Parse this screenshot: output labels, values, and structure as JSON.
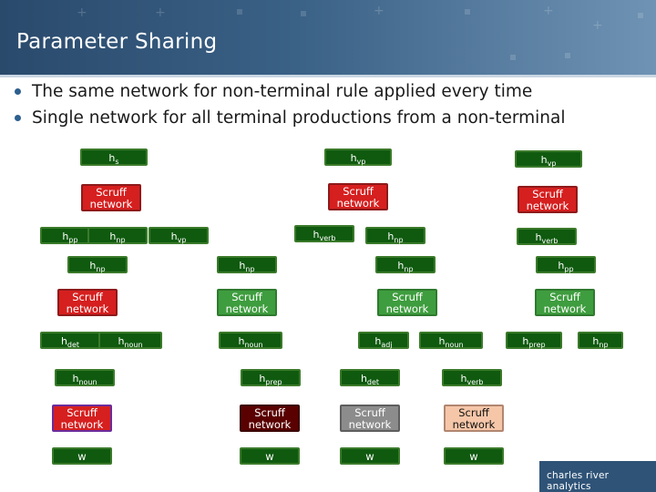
{
  "slide": {
    "title": "Parameter Sharing",
    "bullets": [
      "The same network for non-terminal rule applied every time",
      "Single network for all terminal productions from a non-terminal"
    ]
  },
  "diagram": {
    "scruff_label": "Scruff network",
    "scruff_line1": "Scruff",
    "scruff_line2": "network",
    "h": "h",
    "w": "w",
    "subs": {
      "s": "s",
      "vp": "vp",
      "pp": "pp",
      "np": "np",
      "verb": "verb",
      "det": "det",
      "noun": "noun",
      "adj": "adj",
      "prep": "prep"
    }
  },
  "logo": {
    "text": "charles river analytics"
  },
  "colors": {
    "header": "#3a6186",
    "node_dark_green": "#0f5a0f",
    "scruff_red": "#d61f1f",
    "scruff_light_green": "#3e9d3e",
    "scruff_dark_red": "#5a0000",
    "scruff_grey": "#8c8c8c",
    "scruff_peach": "#f5c6a8"
  }
}
